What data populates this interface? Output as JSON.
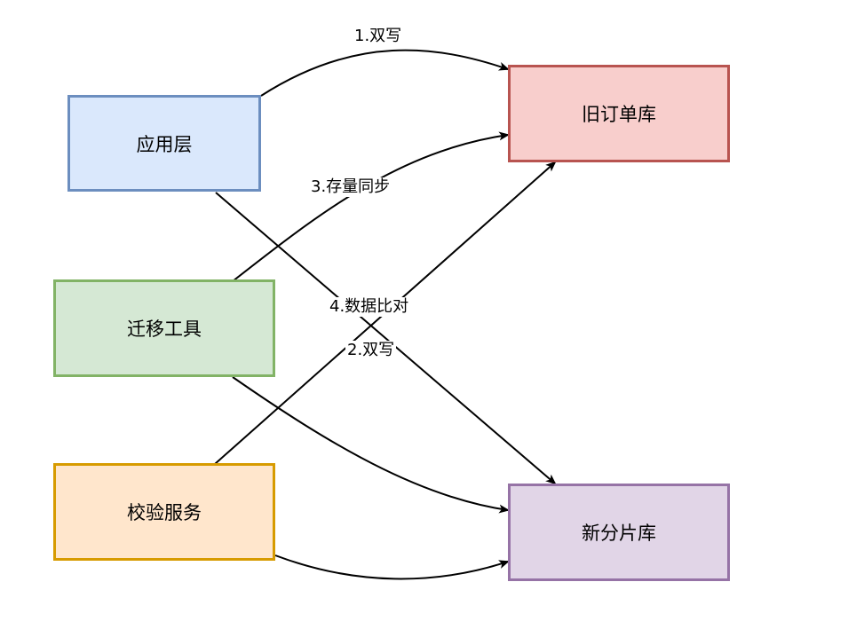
{
  "nodes": {
    "app": {
      "label": "应用层",
      "fill": "#dae8fc",
      "stroke": "#6c8ebf"
    },
    "migrate": {
      "label": "迁移工具",
      "fill": "#d5e8d4",
      "stroke": "#82b366"
    },
    "verify": {
      "label": "校验服务",
      "fill": "#ffe6cc",
      "stroke": "#d79b00"
    },
    "olddb": {
      "label": "旧订单库",
      "fill": "#f8cecc",
      "stroke": "#b85450"
    },
    "newdb": {
      "label": "新分片库",
      "fill": "#e1d5e7",
      "stroke": "#9673a6"
    }
  },
  "edges": {
    "dual_write_1": {
      "label": "1.双写",
      "from": "app",
      "to": "olddb"
    },
    "dual_write_2": {
      "label": "2.双写",
      "from": "app",
      "to": "newdb"
    },
    "stock_sync": {
      "label": "3.存量同步",
      "from": "migrate",
      "to": "olddb"
    },
    "data_compare": {
      "label": "4.数据比对",
      "from": "verify",
      "to": "olddb"
    },
    "migrate_new": {
      "label": "",
      "from": "migrate",
      "to": "newdb"
    },
    "verify_new": {
      "label": "",
      "from": "verify",
      "to": "newdb"
    }
  },
  "colors": {
    "edge": "#000000",
    "background": "#ffffff"
  }
}
